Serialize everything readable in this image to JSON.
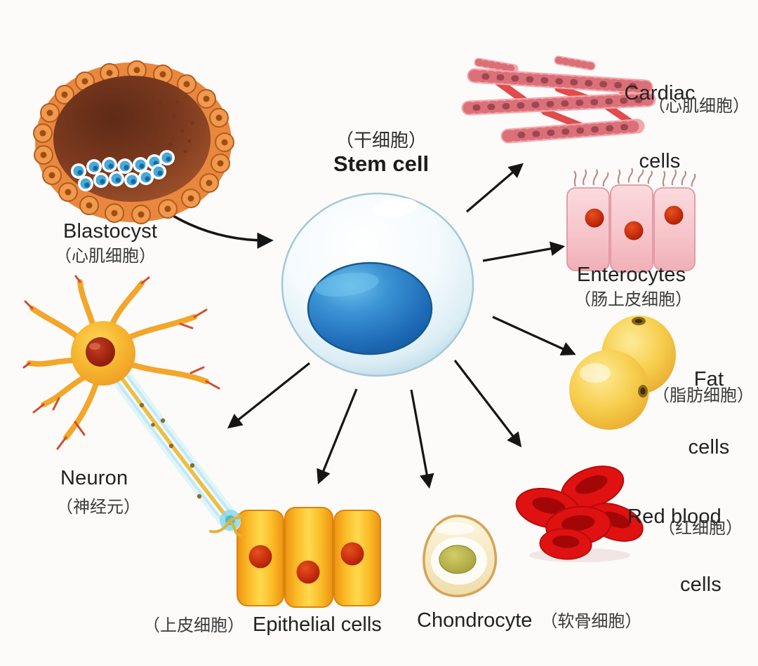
{
  "labels": {
    "stem_cell": {
      "zh": "（干细胞）",
      "en": "Stem cell"
    },
    "blastocyst": {
      "en": "Blastocyst",
      "zh": "（心肌细胞）"
    },
    "cardiac": {
      "lines": [
        "Cardiac",
        "cells"
      ],
      "zh": "（心肌细胞）"
    },
    "enterocytes": {
      "en": "Enterocytes",
      "zh": "（肠上皮细胞）"
    },
    "fat": {
      "lines": [
        "Fat",
        "cells"
      ],
      "zh": "（脂肪细胞）"
    },
    "red_blood": {
      "lines": [
        "Red blood",
        "cells"
      ],
      "zh": "（红细胞）"
    },
    "chondrocyte": {
      "en": "Chondrocyte",
      "zh": "（软骨细胞）"
    },
    "epithelial": {
      "zh": "（上皮细胞）",
      "en": "Epithelial cells"
    },
    "neuron": {
      "en": "Neuron",
      "zh": "（神经元）"
    }
  },
  "relations": [
    {
      "from": "Blastocyst",
      "to": "Stem cell"
    },
    {
      "from": "Stem cell",
      "to": "Cardiac cells"
    },
    {
      "from": "Stem cell",
      "to": "Enterocytes"
    },
    {
      "from": "Stem cell",
      "to": "Fat cells"
    },
    {
      "from": "Stem cell",
      "to": "Red blood cells"
    },
    {
      "from": "Stem cell",
      "to": "Chondrocyte"
    },
    {
      "from": "Stem cell",
      "to": "Epithelial cells"
    },
    {
      "from": "Stem cell",
      "to": "Neuron"
    }
  ],
  "colors": {
    "background": "#fcfbfa",
    "arrow": "#151515",
    "text_en": "#222222",
    "text_zh": "#3a3a3a",
    "stem_nucleus_blue": "#1f6cb8",
    "stem_sphere_edge": "#b9d7e4",
    "blastocyst_orange": "#e8873e",
    "blastocyst_interior_brown": "#6b2c17",
    "inner_cell_blue": "#49a9d9",
    "cardiac_pink": "#f4a6ac",
    "cardiac_red": "#e14b4b",
    "enterocyte_pink": "#f7c9cd",
    "fat_yellow": "#f7cf4e",
    "red_blood_red": "#df1111",
    "chondrocyte_cream": "#f4e8c2",
    "chondrocyte_nucleus": "#b3ad46",
    "epithelial_orange": "#fbbc28",
    "nucleus_red": "#c62c0c",
    "neuron_orange": "#f3a62a",
    "myelin_blue": "#c2e9f4"
  }
}
